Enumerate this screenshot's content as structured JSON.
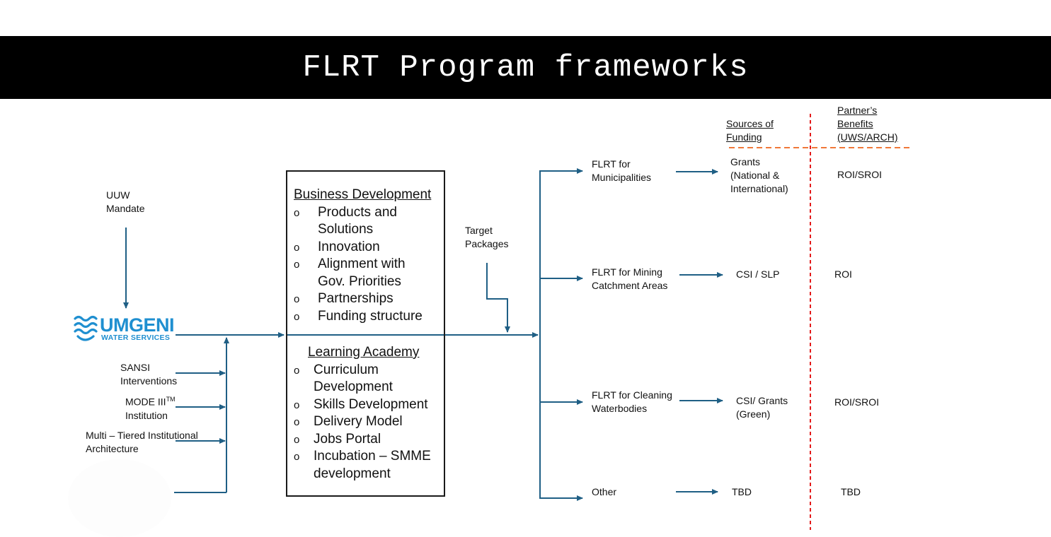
{
  "title": "FLRT Program frameworks",
  "inputs": {
    "uuw_mandate": [
      "UUW",
      "Mandate"
    ],
    "sansi": [
      "SANSI",
      "Interventions"
    ],
    "mode3": [
      "MODE III",
      "TM",
      "Institution"
    ],
    "multi_tiered": [
      "Multi – Tiered Institutional",
      "Architecture"
    ]
  },
  "logo": {
    "brand": "UMGENI",
    "sub": "WATER SERVICES"
  },
  "center_box": {
    "business_development": {
      "heading": "Business Development",
      "items": [
        "Products and",
        "Solutions",
        "Innovation",
        "Alignment with",
        "Gov. Priorities",
        "Partnerships",
        "Funding structure"
      ]
    },
    "learning_academy": {
      "heading": "Learning Academy",
      "items": [
        "Curriculum",
        "Development",
        "Skills Development",
        "Delivery Model",
        "Jobs Portal",
        "Incubation – SMME",
        "development"
      ]
    }
  },
  "target_packages": [
    "Target",
    "Packages"
  ],
  "headers": {
    "sources_of_funding": [
      "Sources of",
      "Funding"
    ],
    "partner_benefits": [
      "Partner’s",
      "Benefits",
      "(UWS/ARCH)"
    ]
  },
  "rows": [
    {
      "package": [
        "FLRT for",
        "Municipalities"
      ],
      "funding": [
        "Grants",
        "(National &",
        "International)"
      ],
      "benefit": "ROI/SROI"
    },
    {
      "package": [
        "FLRT for Mining",
        "Catchment Areas"
      ],
      "funding": [
        "CSI / SLP"
      ],
      "benefit": "ROI"
    },
    {
      "package": [
        "FLRT for Cleaning",
        "Waterbodies"
      ],
      "funding": [
        "CSI/ Grants",
        "(Green)"
      ],
      "benefit": "ROI/SROI"
    },
    {
      "package": [
        "Other"
      ],
      "funding": [
        "TBD"
      ],
      "benefit": "TBD"
    }
  ],
  "colors": {
    "arrow": "#1f5f85",
    "divider_red": "#e31b1b",
    "divider_orange": "#f07838",
    "logo_blue": "#1f8fd0"
  }
}
